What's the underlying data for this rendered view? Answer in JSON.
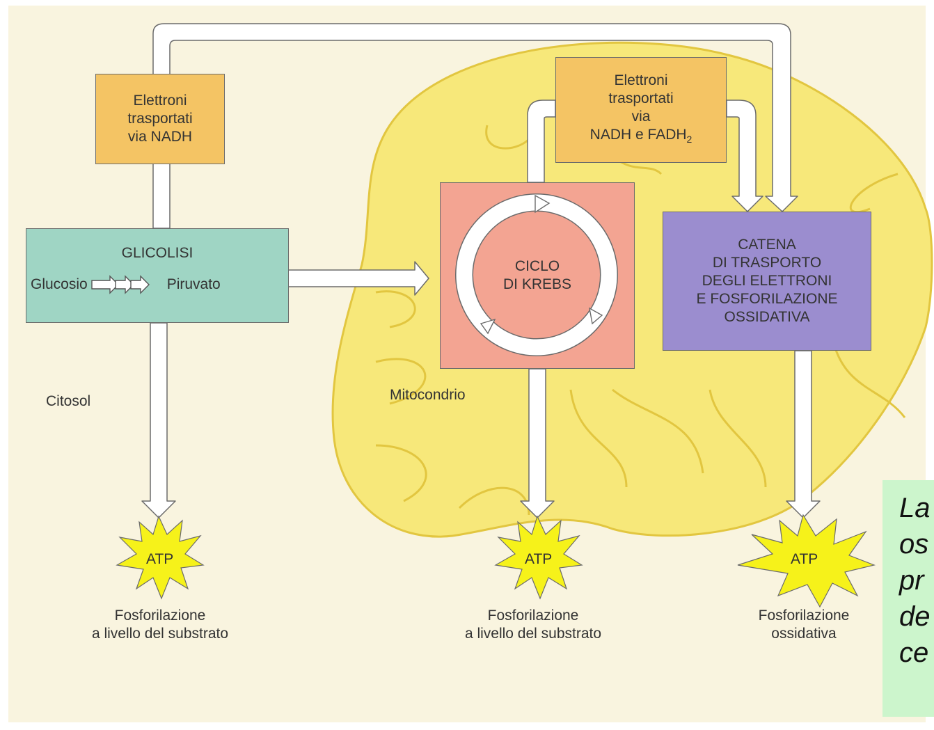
{
  "boxes": {
    "nadh_top": [
      "Elettroni",
      "trasportati",
      "via NADH"
    ],
    "nadh_fadh": [
      "Elettroni",
      "trasportati",
      "via",
      "NADH e FADH",
      "2"
    ],
    "glicolisi_title": "GLICOLISI",
    "glucosio": "Glucosio",
    "piruvato": "Piruvato",
    "krebs": [
      "CICLO",
      "DI KREBS"
    ],
    "catena": [
      "CATENA",
      "DI TRASPORTO",
      "DEGLI ELETTRONI",
      "E FOSFORILAZIONE",
      "OSSIDATIVA"
    ]
  },
  "labels": {
    "citosol": "Citosol",
    "mitocondrio": "Mitocondrio"
  },
  "atp": {
    "label": "ATP",
    "left_caption": [
      "Fosforilazione",
      "a livello del substrato"
    ],
    "mid_caption": [
      "Fosforilazione",
      "a livello del substrato"
    ],
    "right_caption": [
      "Fosforilazione",
      "ossidativa"
    ]
  },
  "note_lines": [
    "La",
    "os",
    "pr",
    "de",
    "ce"
  ],
  "colors": {
    "background": "#f9f4df",
    "mitochondrion": "#f7e87a",
    "electron_box": "#f4c464",
    "glicolisi": "#9fd5c4",
    "krebs": "#f3a492",
    "catena": "#9b8dcf",
    "atp_star": "#f6f21a",
    "note": "#ccf5cc"
  }
}
